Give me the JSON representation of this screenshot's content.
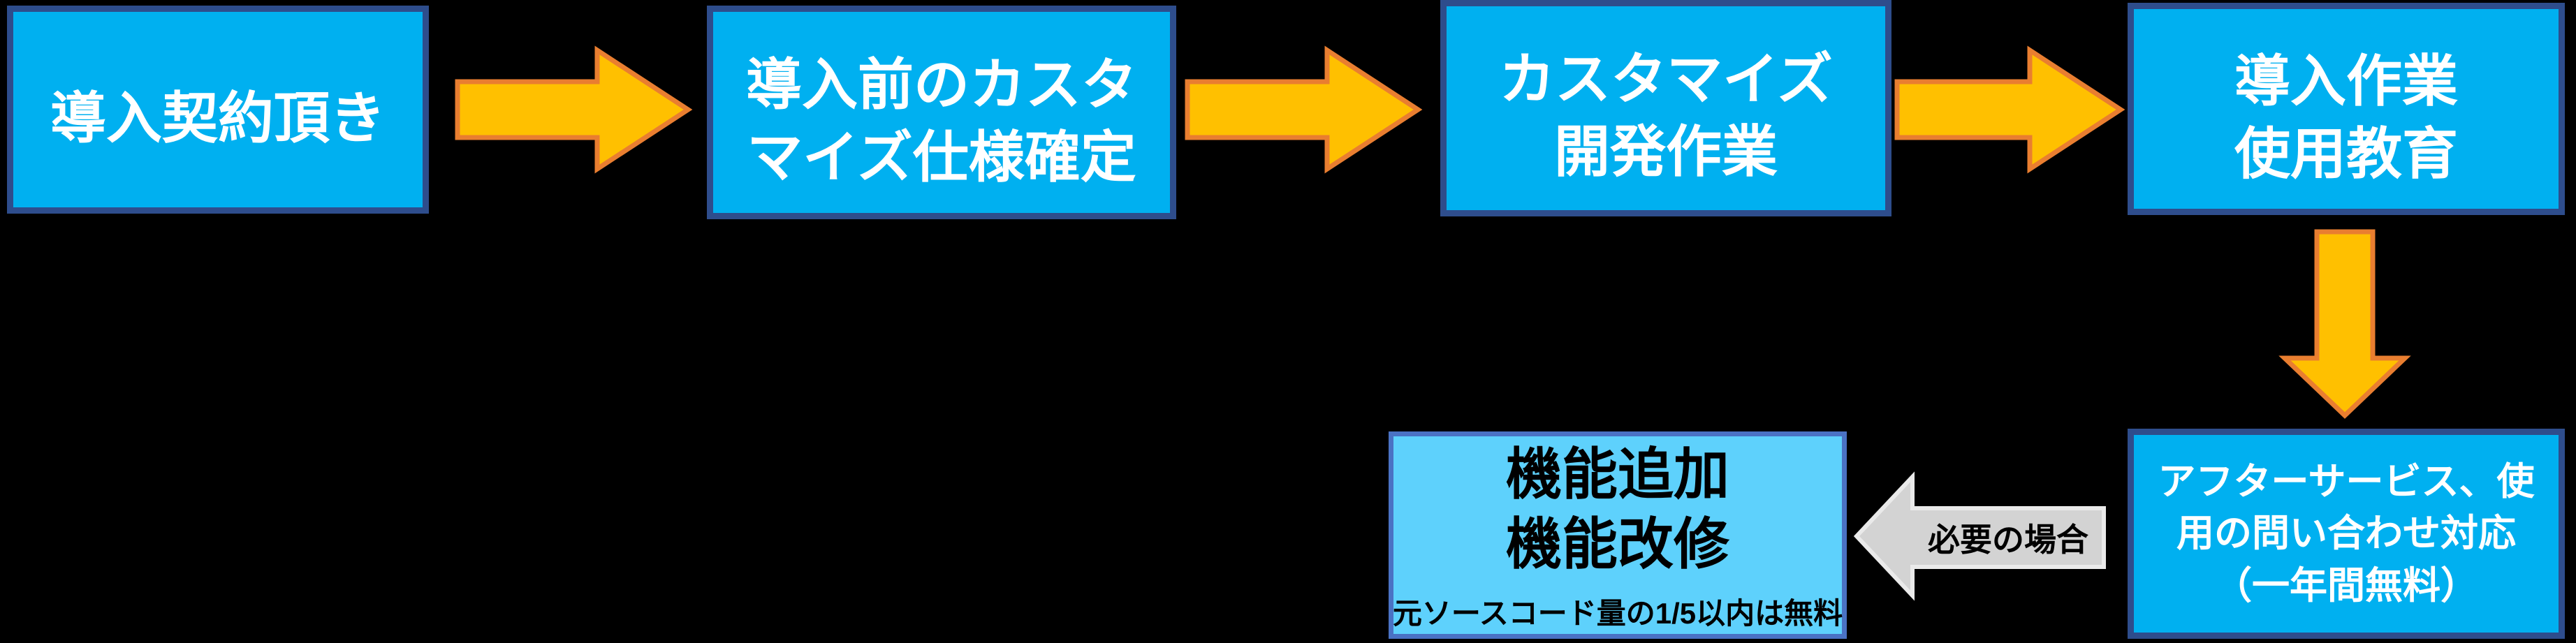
{
  "colors": {
    "background": "#000000",
    "box_fill": "#00b0f0",
    "box_border": "#2e4d8c",
    "box_text": "#ffffff",
    "box6_fill": "#5ed1fc",
    "box6_border": "#4a72c4",
    "box6_text": "#000000",
    "arrow_fill": "#ffc000",
    "arrow_border": "#e97e30",
    "gray_fill": "#d3d3d3",
    "gray_border": "#eaeaea",
    "gray_text": "#000000"
  },
  "steps": [
    {
      "id": "contract",
      "lines": [
        "導入契約頂き"
      ]
    },
    {
      "id": "pre-custom-spec",
      "lines": [
        "導入前のカスタ",
        "マイズ仕様確定"
      ]
    },
    {
      "id": "customize-dev",
      "lines": [
        "カスタマイズ",
        "開発作業"
      ]
    },
    {
      "id": "install-training",
      "lines": [
        "導入作業",
        "使用教育"
      ]
    },
    {
      "id": "after-service",
      "lines": [
        "アフターサービス、使",
        "用の問い合わせ対応",
        "（一年間無料）"
      ]
    },
    {
      "id": "feature-update",
      "lines": [
        "機能追加",
        "機能改修"
      ],
      "note": "元ソースコード量の1/5以内は無料"
    }
  ],
  "arrows": [
    {
      "direction": "right"
    },
    {
      "direction": "right"
    },
    {
      "direction": "right"
    },
    {
      "direction": "down"
    },
    {
      "direction": "left",
      "label": "必要の場合"
    }
  ]
}
